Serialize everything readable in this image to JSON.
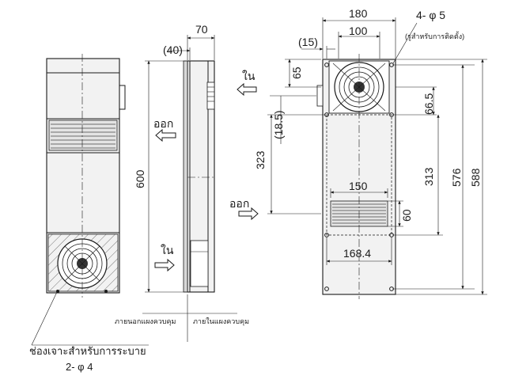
{
  "dimensions": {
    "side_depth": "70",
    "side_offset": "(40)",
    "height": "600",
    "rear_width": "180",
    "rear_inner": "100",
    "rear_offset": "(15)",
    "top_to_fan_a": "65",
    "top_to_fan_b": "(18.5)",
    "fan_to_outlet": "323",
    "fan_to_cut": "66.5",
    "mount_span": "313",
    "hole_span_a": "576",
    "hole_span_b": "588",
    "outlet_width": "150",
    "outlet_height": "60",
    "bottom_width": "168.4"
  },
  "labels": {
    "mount_holes": "4- φ 5",
    "mount_holes_note": "(รูสำหรับการติดตั้ง)",
    "air_in_top": "ใน",
    "air_out_side": "ออก",
    "air_in_side": "ใน",
    "air_out_rear": "ออก",
    "outside_panel": "ภายนอกแผงควบคุม",
    "inside_panel": "ภายในแผงควบคุม",
    "drain_hole": "ช่องเจาะสำหรับการระบาย",
    "drain_count": "2- φ 4"
  }
}
